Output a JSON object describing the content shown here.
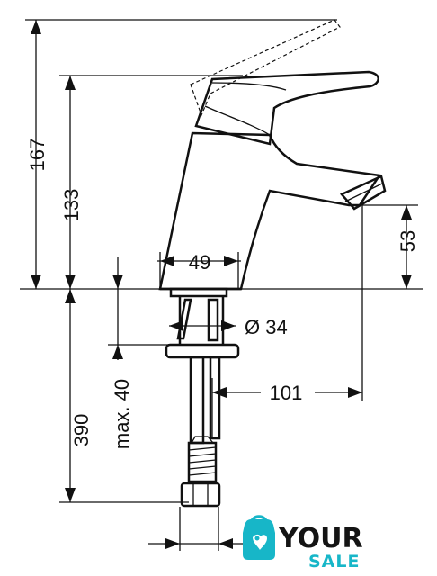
{
  "dimensions": {
    "height_total_lever_up": "167",
    "height_spout_top": "133",
    "spout_height": "53",
    "base_width": "49",
    "hole_diameter": "Ø 34",
    "max_thickness": "max. 40",
    "hose_length": "390",
    "spout_reach": "101"
  },
  "logo": {
    "line1": "YOUR",
    "line2": "SALE",
    "accent_color": "#17b6c8"
  }
}
